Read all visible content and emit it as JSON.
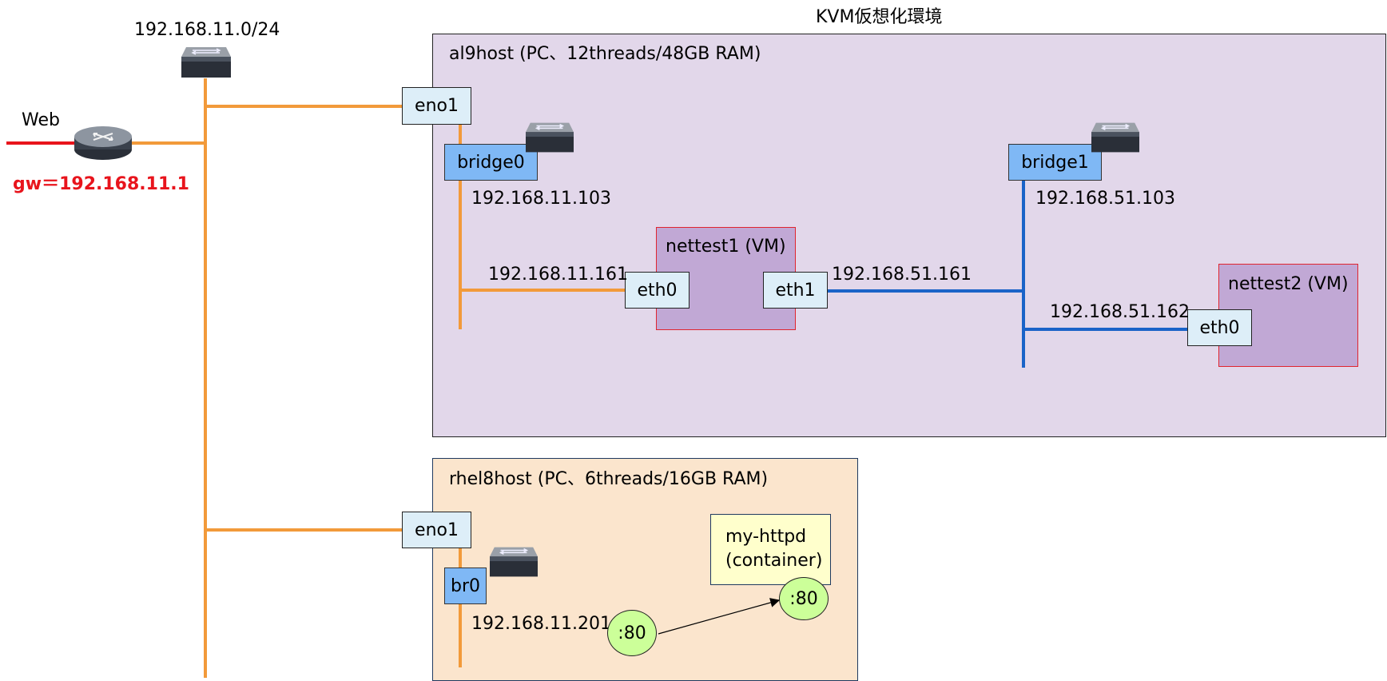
{
  "title": "KVM仮想化環境",
  "lan": {
    "subnet": "192.168.11.0/24"
  },
  "web": {
    "label": "Web",
    "gateway": "gw＝192.168.11.1"
  },
  "al9host": {
    "label": "al9host (PC、12threads/48GB RAM)",
    "eno1": "eno1",
    "bridge0": "bridge0",
    "bridge0_ip": "192.168.11.103",
    "bridge1": "bridge1",
    "bridge1_ip": "192.168.51.103",
    "nettest1": {
      "label": "nettest1 (VM)",
      "eth0": "eth0",
      "eth0_ip": "192.168.11.161",
      "eth1": "eth1",
      "eth1_ip": "192.168.51.161"
    },
    "nettest2": {
      "label": "nettest2 (VM)",
      "eth0": "eth0",
      "eth0_ip": "192.168.51.162"
    }
  },
  "rhel8host": {
    "label": "rhel8host (PC、6threads/16GB RAM)",
    "eno1": "eno1",
    "br0": "br0",
    "br0_ip": "192.168.11.201",
    "host_port": ":80",
    "container": {
      "line1": "my-httpd",
      "line2": "(container)",
      "port": ":80"
    }
  },
  "colors": {
    "lan_line": "#f29a3a",
    "vlan51_line": "#1a63c8",
    "web_line": "#e8141c",
    "al9host_bg": "#e2d7ea",
    "rhel8host_bg": "#fbe5cd",
    "vm_bg": "#c1a8d5",
    "nic_bg": "#ddeef8",
    "bridge_bg": "#7fb8f5",
    "port_bg": "#ccff99",
    "container_bg": "#ffffcc"
  }
}
